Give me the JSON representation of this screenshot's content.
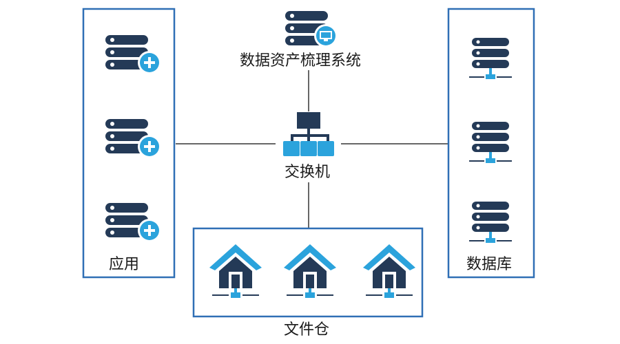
{
  "colors": {
    "navy": "#243a57",
    "accent": "#2ba3dc",
    "frame": "#2f6fb5",
    "line": "#333333"
  },
  "center_system": {
    "label": "数据资产梳理系统",
    "icon": "server-monitor-icon"
  },
  "switch": {
    "label": "交换机",
    "icon": "network-switch-icon"
  },
  "apps_group": {
    "label": "应用",
    "icon": "server-add-icon",
    "count": 3
  },
  "databases_group": {
    "label": "数据库",
    "icon": "database-server-icon",
    "count": 3
  },
  "file_repo_group": {
    "label": "文件仓",
    "icon": "house-network-icon",
    "count": 3
  }
}
